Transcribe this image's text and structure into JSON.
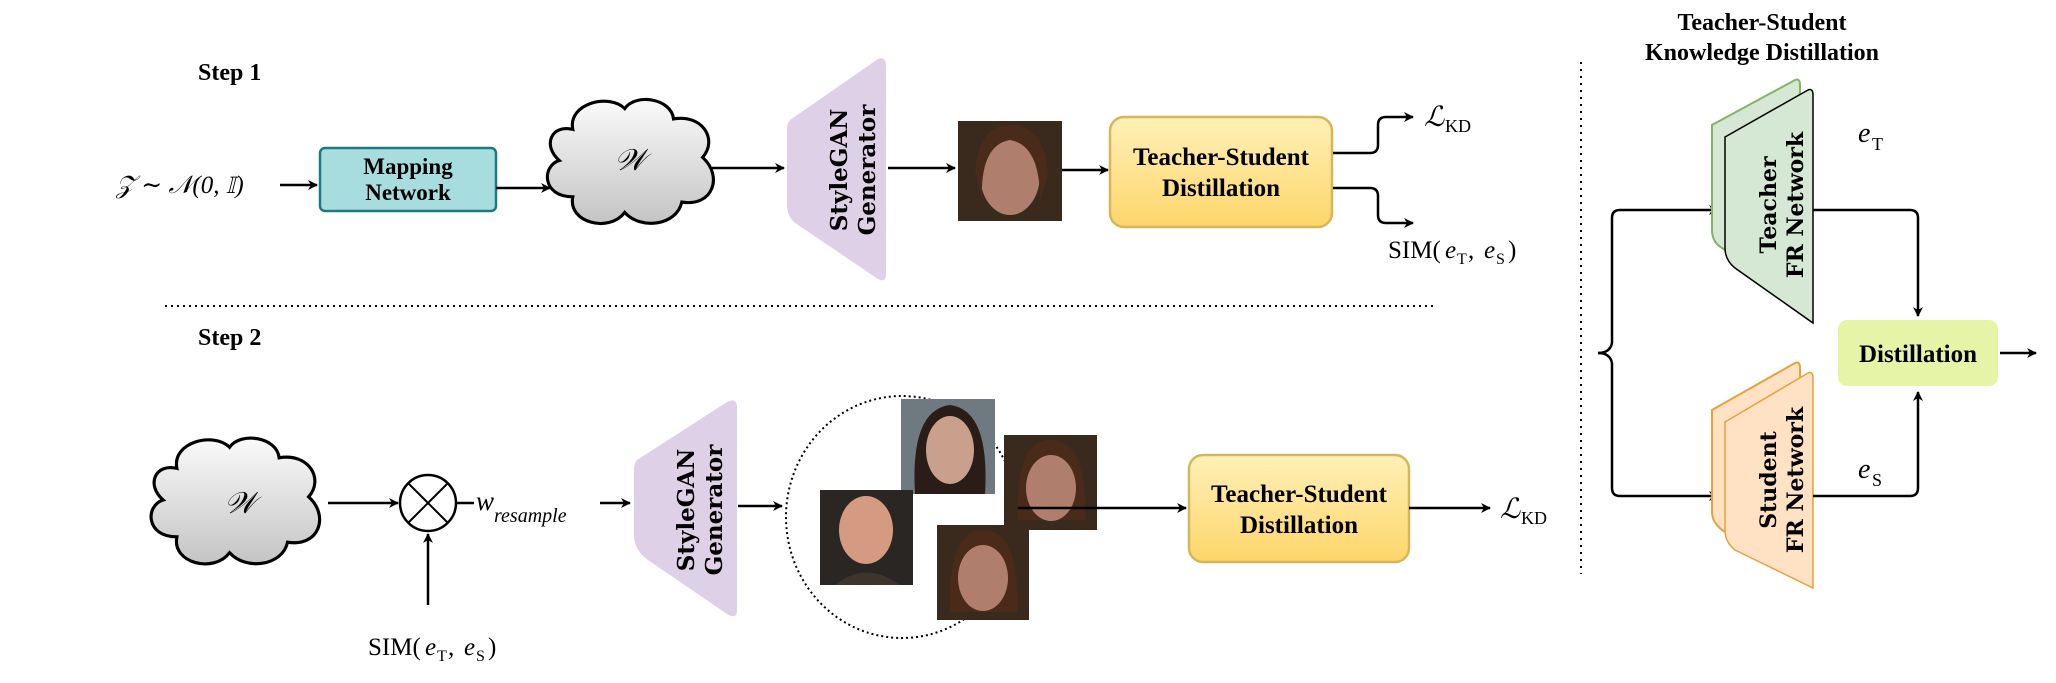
{
  "step1": {
    "title": "Step 1",
    "latent": "𝒵 ∼ 𝒩(0, 𝕀)",
    "mapping_network": [
      "Mapping",
      "Network"
    ],
    "w_space": "𝒲",
    "generator": [
      "StyleGAN",
      "Generator"
    ],
    "distill_box": [
      "Teacher-Student",
      "Distillation"
    ],
    "loss": {
      "main": "ℒ",
      "sub": "KD"
    },
    "sim": {
      "prefix": "SIM(",
      "e1": "e",
      "sub1": "T",
      "comma": ", ",
      "e2": "e",
      "sub2": "S",
      "suffix": ")"
    }
  },
  "step2": {
    "title": "Step 2",
    "w_space": "𝒲",
    "resample": {
      "main": "w",
      "sub": "resample"
    },
    "sim": {
      "prefix": "SIM(",
      "e1": "e",
      "sub1": "T",
      "comma": ", ",
      "e2": "e",
      "sub2": "S",
      "suffix": ")"
    },
    "generator": [
      "StyleGAN",
      "Generator"
    ],
    "distill_box": [
      "Teacher-Student",
      "Distillation"
    ],
    "loss": {
      "main": "ℒ",
      "sub": "KD"
    }
  },
  "kd_panel": {
    "title": [
      "Teacher-Student",
      "Knowledge Distillation"
    ],
    "teacher": [
      "Teacher",
      "FR Network"
    ],
    "student": [
      "Student",
      "FR Network"
    ],
    "e_teacher": {
      "main": "e",
      "sub": "T"
    },
    "e_student": {
      "main": "e",
      "sub": "S"
    },
    "distillation": "Distillation"
  },
  "colors": {
    "mapping_fill": "#a8dde0",
    "mapping_stroke": "#1d7a80",
    "generator_fill": "#ded0e6",
    "distill_fill_top": "#fff0b8",
    "distill_fill_bottom": "#fdd66a",
    "distill_stroke": "#d6b656",
    "teacher_fill": "#d5e8d4",
    "teacher_stroke": "#82b366",
    "student_fill": "#ffe1c4",
    "student_stroke": "#e6a23c",
    "distillation_green": "#e6f4a8"
  }
}
